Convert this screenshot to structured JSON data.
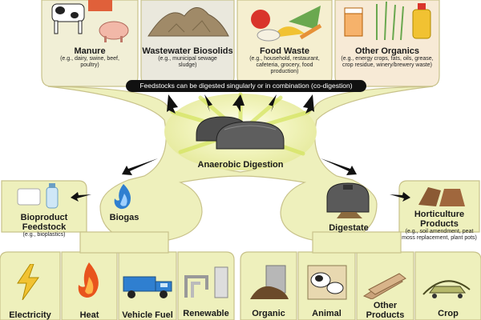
{
  "feedstocks": [
    {
      "title": "Manure",
      "subtitle": "(e.g., dairy, swine, beef, poultry)"
    },
    {
      "title": "Wastewater Biosolids",
      "subtitle": "(e.g., municipal sewage sludge)"
    },
    {
      "title": "Food Waste",
      "subtitle": "(e.g., household, restaurant, cafeteria, grocery, food production)"
    },
    {
      "title": "Other Organics",
      "subtitle": "(e.g., energy crops, fats, oils, grease, crop residue, winery/brewery waste)"
    }
  ],
  "banner": "Feedstocks can be digested singularly or in combination (co-digestion)",
  "process": {
    "title": "Anaerobic Digestion"
  },
  "biogas": {
    "title": "Biogas",
    "bioproduct": {
      "title": "Bioproduct Feedstock",
      "subtitle": "(e.g., bioplastics)"
    },
    "uses": [
      "Electricity",
      "Heat",
      "Vehicle Fuel",
      "Renewable"
    ]
  },
  "digestate": {
    "title": "Digestate",
    "horticulture": {
      "title": "Horticulture Products",
      "subtitle": "(e.g., soil amendment, peat moss replacement, plant pots)"
    },
    "uses": [
      "Organic",
      "Animal",
      "Other Products",
      "Crop"
    ]
  },
  "colors": {
    "panel": "#f3f1d8",
    "panel_stroke": "#cfc98f",
    "hub": "#eef0b8",
    "glow": "#d8ea7a",
    "ink": "#111111"
  }
}
